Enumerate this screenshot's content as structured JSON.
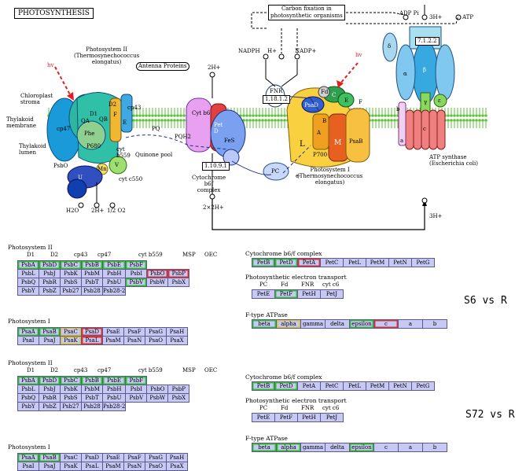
{
  "diagram": {
    "title": "PHOTOSYNTHESIS",
    "labels": {
      "hv_left": "hv",
      "hv_right": "hv",
      "chloroplast_stroma": "Chloroplast\nstroma",
      "thylakoid_membrane": "Thylakoid\nmembrane",
      "thylakoid_lumen": "Thylakoid\nlumen",
      "ps2": "Photosystem II\n(Thermosynechococcus\nelongatus)",
      "antenna": "Antenna Proteins",
      "carbon": "Carbon fixation in\nphotosynthetic organisms",
      "nadph": "NADPH",
      "hplus": "H+",
      "nadp": "NADP+",
      "adp": "ADP Pi",
      "three_h_top": "3H+",
      "atp": "ATP",
      "two_h_top": "2H+",
      "cyt_b6": "Cyt b6",
      "pet_d": "Pet\nD",
      "pq": "PQ",
      "pqh2": "PQH2",
      "quinone": "Quinone pool",
      "fes": "FeS",
      "cytb6f": "Cytochrome\nb6f\ncomplex",
      "two_2h": "2×2H+",
      "pc": "PC",
      "e_minus": "e-",
      "fnr": "FNR",
      "fd": "Fd",
      "psad": "PsaD",
      "psac": "C",
      "psae": "E",
      "psaf": "F",
      "psaa_l": "L",
      "psaa_a": "A",
      "psab_b": "B",
      "psa_m": "M",
      "psab": "PsaB",
      "p700": "P700",
      "ps1": "Photosystem I\n(Thermosynechococcus\nelongatus)",
      "atp_synthase": "ATP synthase\n(Escherichia coli)",
      "three_h_bottom": "3H+",
      "d1": "D1",
      "d2": "D2",
      "qa": "QA",
      "qb": "QB",
      "cp47": "cp47",
      "cp43": "cp43",
      "pheo": "Phe",
      "p680": "P680",
      "psbo": "PsbO",
      "u": "U",
      "v": "V",
      "mn": "Mn",
      "cyt_c550": "cyt c550",
      "cyt_b559": "cyt\nb559",
      "f_label": "F",
      "e_label": "E",
      "h2o": "H2O",
      "two_h_bottom": "2H+",
      "o2": "1/2 O2",
      "delta": "δ",
      "alpha": "α",
      "beta": "β",
      "gamma": "γ",
      "epsilon": "ε",
      "a": "a",
      "b": "b",
      "c": "c"
    },
    "ec_numbers": {
      "atp": "7.1.2.2",
      "fnr": "1.18.1.2",
      "cytb6f": "1.10.9.1"
    }
  },
  "panels": [
    {
      "id": "s6",
      "condition": "S6 vs R",
      "ps2": {
        "title": "Photosystem II",
        "headers": [
          "D1",
          "D2",
          "cp43",
          "cp47",
          "cyt b559",
          "MSP",
          "OEC"
        ],
        "rows": [
          [
            [
              "PsbA",
              "g"
            ],
            [
              "PsbD",
              "g"
            ],
            [
              "PsbC",
              "g"
            ],
            [
              "PsbB",
              "g"
            ],
            [
              "PsbE",
              "g"
            ],
            [
              "PsbF",
              "g"
            ]
          ],
          [
            [
              "PsbL",
              "b"
            ],
            [
              "PsbJ",
              "b"
            ],
            [
              "PsbK",
              "b"
            ],
            [
              "PsbM",
              "b"
            ],
            [
              "PsbH",
              "b"
            ],
            [
              "PsbI",
              "b"
            ],
            [
              "PsbO",
              "r"
            ],
            [
              "PsbP",
              "r"
            ]
          ],
          [
            [
              "PsbQ",
              "b"
            ],
            [
              "PsbR",
              "b"
            ],
            [
              "PsbS",
              "b"
            ],
            [
              "PsbT",
              "b"
            ],
            [
              "PsbU",
              "b"
            ],
            [
              "PsbV",
              "g"
            ],
            [
              "PsbW",
              "b"
            ],
            [
              "PsbX",
              "b"
            ]
          ],
          [
            [
              "PsbY",
              "b"
            ],
            [
              "PsbZ",
              "b"
            ],
            [
              "Psb27",
              "b"
            ],
            [
              "Psb28",
              "b"
            ],
            [
              "Psb28-2",
              "b"
            ]
          ]
        ]
      },
      "ps1": {
        "title": "Photosystem I",
        "rows": [
          [
            [
              "PsaA",
              "g"
            ],
            [
              "PsaB",
              "g"
            ],
            [
              "PsaC",
              "y"
            ],
            [
              "PsaD",
              "r"
            ],
            [
              "PsaE",
              "b"
            ],
            [
              "PsaF",
              "b"
            ],
            [
              "PsaG",
              "b"
            ],
            [
              "PsaH",
              "b"
            ]
          ],
          [
            [
              "PsaI",
              "b"
            ],
            [
              "PsaJ",
              "b"
            ],
            [
              "PsaK",
              "y"
            ],
            [
              "PsaL",
              "r"
            ],
            [
              "PsaM",
              "b"
            ],
            [
              "PsaN",
              "b"
            ],
            [
              "PsaO",
              "b"
            ],
            [
              "PsaX",
              "b"
            ]
          ]
        ]
      },
      "cytb6f": {
        "title": "Cytochrome b6/f complex",
        "row": [
          [
            "PetB",
            "g"
          ],
          [
            "PetD",
            "g"
          ],
          [
            "PetA",
            "r"
          ],
          [
            "PetC",
            "b"
          ],
          [
            "PetL",
            "b"
          ],
          [
            "PetM",
            "b"
          ],
          [
            "PetN",
            "b"
          ],
          [
            "PetG",
            "b"
          ]
        ]
      },
      "pet": {
        "title": "Photosynthetic electron transport",
        "headers": [
          "PC",
          "Fd",
          "FNR",
          "cyt c6"
        ],
        "row": [
          [
            "PetE",
            "b"
          ],
          [
            "PetF",
            "g"
          ],
          [
            "PetH",
            "b"
          ],
          [
            "PetJ",
            "b"
          ]
        ]
      },
      "atpase": {
        "title": "F-type ATPase",
        "row": [
          [
            "beta",
            "g"
          ],
          [
            "alpha",
            "y"
          ],
          [
            "gamma",
            "b"
          ],
          [
            "delta",
            "b"
          ],
          [
            "epsilon",
            "g"
          ],
          [
            "c",
            "r"
          ],
          [
            "a",
            "b"
          ],
          [
            "b",
            "b"
          ]
        ]
      }
    },
    {
      "id": "s72",
      "condition": "S72 vs R",
      "ps2": {
        "title": "Photosystem II",
        "headers": [
          "D1",
          "D2",
          "cp43",
          "cp47",
          "cyt b559",
          "MSP",
          "OEC"
        ],
        "rows": [
          [
            [
              "PsbA",
              "g"
            ],
            [
              "PsbD",
              "g"
            ],
            [
              "PsbC",
              "g"
            ],
            [
              "PsbB",
              "g"
            ],
            [
              "PsbE",
              "g"
            ],
            [
              "PsbF",
              "g"
            ]
          ],
          [
            [
              "PsbL",
              "b"
            ],
            [
              "PsbJ",
              "b"
            ],
            [
              "PsbK",
              "b"
            ],
            [
              "PsbM",
              "b"
            ],
            [
              "PsbH",
              "b"
            ],
            [
              "PsbI",
              "b"
            ],
            [
              "PsbO",
              "b"
            ],
            [
              "PsbP",
              "b"
            ]
          ],
          [
            [
              "PsbQ",
              "b"
            ],
            [
              "PsbR",
              "b"
            ],
            [
              "PsbS",
              "b"
            ],
            [
              "PsbT",
              "b"
            ],
            [
              "PsbU",
              "b"
            ],
            [
              "PsbV",
              "b"
            ],
            [
              "PsbW",
              "b"
            ],
            [
              "PsbX",
              "b"
            ]
          ],
          [
            [
              "PsbY",
              "b"
            ],
            [
              "PsbZ",
              "b"
            ],
            [
              "Psb27",
              "b"
            ],
            [
              "Psb28",
              "b"
            ],
            [
              "Psb28-2",
              "b"
            ]
          ]
        ]
      },
      "ps1": {
        "title": "Photosystem I",
        "rows": [
          [
            [
              "PsaA",
              "g"
            ],
            [
              "PsaB",
              "g"
            ],
            [
              "PsaC",
              "b"
            ],
            [
              "PsaD",
              "b"
            ],
            [
              "PsaE",
              "b"
            ],
            [
              "PsaF",
              "b"
            ],
            [
              "PsaG",
              "b"
            ],
            [
              "PsaH",
              "b"
            ]
          ],
          [
            [
              "PsaI",
              "b"
            ],
            [
              "PsaJ",
              "b"
            ],
            [
              "PsaK",
              "b"
            ],
            [
              "PsaL",
              "b"
            ],
            [
              "PsaM",
              "b"
            ],
            [
              "PsaN",
              "b"
            ],
            [
              "PsaO",
              "b"
            ],
            [
              "PsaX",
              "b"
            ]
          ]
        ]
      },
      "cytb6f": {
        "title": "Cytochrome b6/f complex",
        "row": [
          [
            "PetB",
            "g"
          ],
          [
            "PetD",
            "g"
          ],
          [
            "PetA",
            "b"
          ],
          [
            "PetC",
            "b"
          ],
          [
            "PetL",
            "b"
          ],
          [
            "PetM",
            "b"
          ],
          [
            "PetN",
            "b"
          ],
          [
            "PetG",
            "b"
          ]
        ]
      },
      "pet": {
        "title": "Photosynthetic electron transport",
        "headers": [
          "PC",
          "Fd",
          "FNR",
          "cyt c6"
        ],
        "row": [
          [
            "PetE",
            "b"
          ],
          [
            "PetF",
            "b"
          ],
          [
            "PetH",
            "b"
          ],
          [
            "PetJ",
            "b"
          ]
        ]
      },
      "atpase": {
        "title": "F-type ATPase",
        "row": [
          [
            "beta",
            "g"
          ],
          [
            "alpha",
            "g"
          ],
          [
            "gamma",
            "b"
          ],
          [
            "delta",
            "b"
          ],
          [
            "epsilon",
            "g"
          ],
          [
            "c",
            "b"
          ],
          [
            "a",
            "b"
          ],
          [
            "b",
            "b"
          ]
        ]
      }
    }
  ]
}
